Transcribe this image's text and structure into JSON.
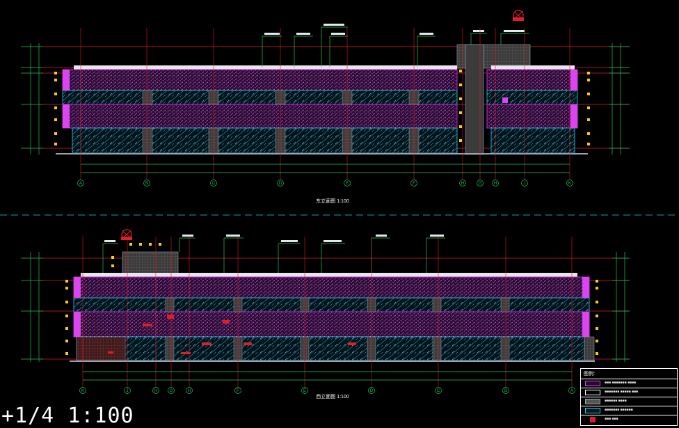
{
  "drawing": {
    "upper_elevation": {
      "title": "东立面图 1:100",
      "axes": [
        "A",
        "B",
        "C",
        "D",
        "E",
        "F",
        "H",
        "G",
        "H",
        "J",
        "K"
      ]
    },
    "lower_elevation": {
      "title": "西立面图 1:100",
      "axes": [
        "K",
        "J",
        "H",
        "G",
        "H",
        "F",
        "E",
        "D",
        "C",
        "B",
        "A"
      ]
    },
    "legend": {
      "title": "图例:",
      "items": [
        {
          "swatch": "purple-panel",
          "text": "■■■ ■■■■■■■ ■■■■"
        },
        {
          "swatch": "white-outline",
          "text": "■■■■■■■ ■■■■■ ■■■"
        },
        {
          "swatch": "gray-fill",
          "text": "■■■■■■ ■■■■"
        },
        {
          "swatch": "cyan-glass",
          "text": "■■■■■■■ ■■■■■■"
        },
        {
          "swatch": "red-fill",
          "text": "■■■ ■■■"
        }
      ]
    },
    "colors": {
      "background": "#000000",
      "axis": "#e11d2b",
      "dimension": "#22c55e",
      "facade": "#c026d3",
      "glass": "#22d3ee",
      "label": "#facc15",
      "separator": "#0ea5a4"
    }
  },
  "command_line": "+1/4 1:100"
}
